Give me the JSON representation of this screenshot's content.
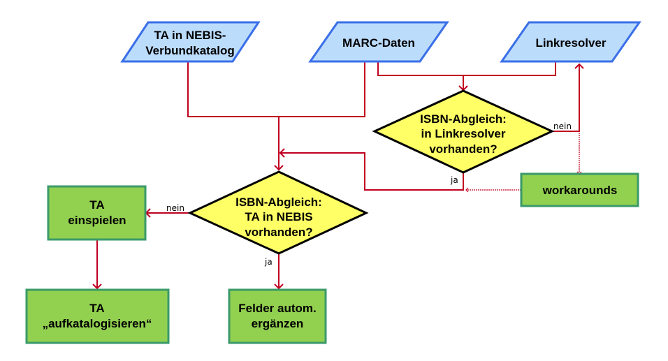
{
  "diagram": {
    "type": "flowchart",
    "colors": {
      "input_fill": "#bcdcfc",
      "input_stroke": "#3a6fe8",
      "decision_fill": "#ffff66",
      "decision_stroke": "#000000",
      "process_fill": "#92d050",
      "process_stroke": "#3a9a6a",
      "connector": "#c00020"
    },
    "nodes": {
      "ta_nebis": {
        "kind": "input",
        "lines": [
          "TA in NEBIS-",
          "Verbundkatalog"
        ]
      },
      "marc": {
        "kind": "input",
        "lines": [
          "MARC-Daten"
        ]
      },
      "linkresolver": {
        "kind": "input",
        "lines": [
          "Linkresolver"
        ]
      },
      "isbn_linkresolver": {
        "kind": "decision",
        "lines": [
          "ISBN-Abgleich:",
          "in Linkresolver",
          "vorhanden?"
        ]
      },
      "isbn_nebis": {
        "kind": "decision",
        "lines": [
          "ISBN-Abgleich:",
          "TA in NEBIS",
          "vorhanden?"
        ]
      },
      "workarounds": {
        "kind": "process",
        "lines": [
          "workarounds"
        ]
      },
      "ta_einspielen": {
        "kind": "process",
        "lines": [
          "TA",
          "einspielen"
        ]
      },
      "ta_aufkatalogisieren": {
        "kind": "process",
        "lines": [
          "TA",
          "„aufkatalogisieren“"
        ]
      },
      "felder": {
        "kind": "process",
        "lines": [
          "Felder autom.",
          "ergänzen"
        ]
      }
    },
    "edges": [
      {
        "from": "ta_nebis",
        "to": "isbn_nebis",
        "label": ""
      },
      {
        "from": "marc",
        "to": "isbn_nebis",
        "label": ""
      },
      {
        "from": "marc",
        "to": "isbn_linkresolver",
        "label": ""
      },
      {
        "from": "linkresolver",
        "to": "isbn_linkresolver",
        "label": ""
      },
      {
        "from": "isbn_linkresolver",
        "to": "linkresolver",
        "label": "nein"
      },
      {
        "from": "isbn_linkresolver",
        "to": "isbn_nebis",
        "label": "ja"
      },
      {
        "from": "isbn_linkresolver",
        "to": "workarounds",
        "label": "",
        "style": "dashed"
      },
      {
        "from": "workarounds",
        "to": "isbn_nebis",
        "label": "",
        "style": "dashed"
      },
      {
        "from": "isbn_nebis",
        "to": "ta_einspielen",
        "label": "nein"
      },
      {
        "from": "isbn_nebis",
        "to": "felder",
        "label": "ja"
      },
      {
        "from": "ta_einspielen",
        "to": "ta_aufkatalogisieren",
        "label": ""
      }
    ],
    "edge_labels": {
      "lr_nein": "nein",
      "lr_ja": "ja",
      "nebis_nein": "nein",
      "nebis_ja": "ja"
    }
  }
}
